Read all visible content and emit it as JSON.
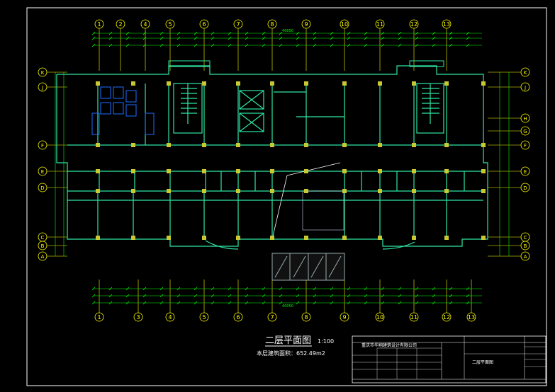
{
  "drawing": {
    "title": "二层平面图",
    "scale": "1:100",
    "area_label": "本层建筑面积：652.49m2"
  },
  "axes": {
    "top_labels": [
      "1",
      "2",
      "4",
      "5",
      "6",
      "7",
      "8",
      "9",
      "10",
      "11",
      "12",
      "13"
    ],
    "bottom_labels": [
      "1",
      "3",
      "4",
      "5",
      "6",
      "7",
      "8",
      "9",
      "10",
      "11",
      "12",
      "13"
    ],
    "left_labels": [
      "K",
      "J",
      "F",
      "E",
      "D",
      "C",
      "B",
      "A"
    ],
    "right_labels": [
      "K",
      "J",
      "H",
      "G",
      "F",
      "E",
      "D",
      "C",
      "B",
      "A"
    ]
  },
  "dimensions": {
    "overall_top": "40050",
    "overall_bottom": "40050"
  },
  "title_block": {
    "company": "重庆市华翔建筑设计有限公司",
    "sheet_name": "二层平面图"
  },
  "colors": {
    "background": "#000000",
    "axis": "#ffff00",
    "dimension": "#00ff00",
    "wall": "#00ffaa",
    "column": "#c8c832",
    "border": "#ffffff",
    "glass": "#00ccff",
    "title": "#ffffff"
  }
}
